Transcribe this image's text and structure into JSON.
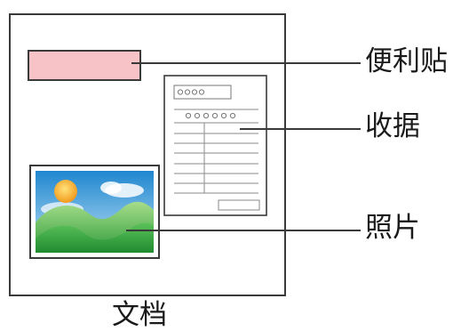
{
  "labels": {
    "sticky_note": "便利贴",
    "receipt": "收据",
    "photo": "照片",
    "document": "文档"
  },
  "colors": {
    "outline": "#3a3a3a",
    "sticky_fill": "#f7c3c6",
    "sky": "#3aa0dc",
    "sun": "#f5a623",
    "hill_green": "#3cae4a",
    "hill_light": "#8fd17a"
  }
}
